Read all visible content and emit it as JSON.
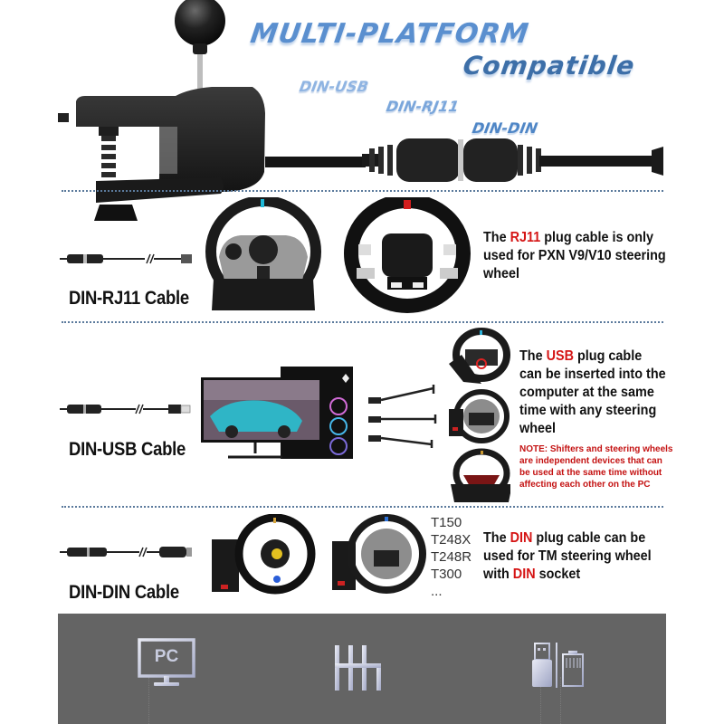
{
  "header": {
    "title_line1": "MULTI-PLATFORM",
    "title_line2": "Compatible",
    "cable_types": [
      "DIN-USB",
      "DIN-RJ11",
      "DIN-DIN"
    ]
  },
  "sections": [
    {
      "cable_label": "DIN-RJ11 Cable",
      "description": {
        "pre": "The ",
        "highlight": "RJ11",
        "post": " plug cable is only used for PXN V9/V10 steering wheel"
      },
      "images": [
        "pxn-v9-wheel",
        "pxn-v10-wheel"
      ]
    },
    {
      "cable_label": "DIN-USB Cable",
      "description": {
        "pre": "The ",
        "highlight": "USB",
        "post": " plug cable can be inserted into the computer at the same time with any steering wheel"
      },
      "note": "NOTE: Shifters and steering wheels are independent devices that can be used at the same time without affecting each other on the PC",
      "images": [
        "gaming-pc-monitor",
        "usb-cables",
        "logitech-wheel",
        "thrustmaster-wheel",
        "hori-wheel"
      ]
    },
    {
      "cable_label": "DIN-DIN Cable",
      "description": {
        "pre": "The ",
        "highlight": "DIN",
        "mid": " plug cable can be used for TM steering wheel with ",
        "highlight2": "DIN",
        "post": " socket"
      },
      "models": [
        "T150",
        "T248X",
        "T248R",
        "T300",
        "..."
      ],
      "images": [
        "thrustmaster-ferrari-wheel",
        "thrustmaster-t300-wheel"
      ]
    }
  ],
  "footer": {
    "icons": [
      {
        "name": "pc-monitor",
        "label": "PC"
      },
      {
        "name": "shifter-pattern",
        "label": ""
      },
      {
        "name": "usb-rj11-connectors",
        "label": ""
      }
    ]
  },
  "colors": {
    "title_blue": "#4f86c6",
    "highlight_red": "#d51515",
    "footer_bg": "#646464"
  }
}
